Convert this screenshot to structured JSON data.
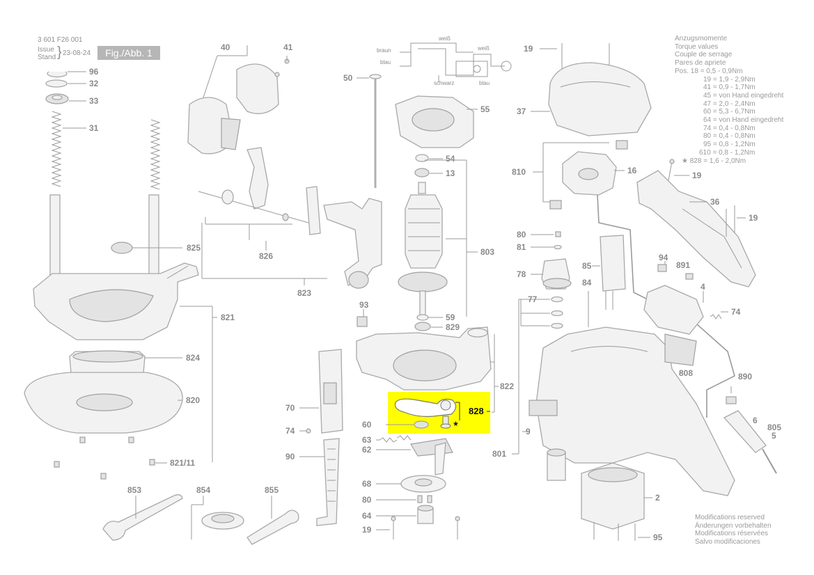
{
  "header": {
    "doc_number": "3 601 F26 001",
    "issue_label": "Issue",
    "stand_label": "Stand",
    "issue_date": "23-08-24",
    "figure_label": "Fig./Abb. 1"
  },
  "torque_values": {
    "lines": [
      "Anzugsmomente",
      "Torque values",
      "Couple de serrage",
      "Pares de apriete",
      "Pos. 18 = 0,5 - 0,9Nm",
      "19 = 1,9 - 2,9Nm",
      "41 = 0,9 - 1,7Nm",
      "45 = von Hand eingedreht",
      "47 = 2,0 - 2,4Nm",
      "60 = 5,3 - 6,7Nm",
      "64 = von Hand eingedreht",
      "74 = 0,4 - 0,8Nm",
      "80 = 0,4 - 0,8Nm",
      "95 = 0,8 - 1,2Nm",
      "610 = 0,8 - 1,2Nm",
      "★ 828 = 1,6 - 2,0Nm"
    ]
  },
  "modifications": {
    "lines": [
      "Modifications reserved",
      "Änderungen vorbehalten",
      "Modifications réservées",
      "Salvo modificaciones"
    ]
  },
  "wiring": {
    "labels": [
      "braun",
      "weiß",
      "weiß",
      "blau",
      "schwarz",
      "blau"
    ]
  },
  "highlight": {
    "part_number": "828",
    "marker": "★",
    "color": "#ffff00"
  },
  "part_numbers": {
    "p96": "96",
    "p32": "32",
    "p33": "33",
    "p31": "31",
    "p40": "40",
    "p41": "41",
    "p50": "50",
    "p55": "55",
    "p54": "54",
    "p13": "13",
    "p803": "803",
    "p59": "59",
    "p829": "829",
    "p93": "93",
    "p822": "822",
    "p825": "825",
    "p826": "826",
    "p823": "823",
    "p821": "821",
    "p824": "824",
    "p820": "820",
    "p821_11": "821/11",
    "p70": "70",
    "p74a": "74",
    "p90": "90",
    "p60": "60",
    "p63": "63",
    "p62": "62",
    "p68": "68",
    "p80a": "80",
    "p64": "64",
    "p19a": "19",
    "p853": "853",
    "p854": "854",
    "p855": "855",
    "p19b": "19",
    "p37": "37",
    "p810": "810",
    "p16": "16",
    "p19c": "19",
    "p36": "36",
    "p19d": "19",
    "p80b": "80",
    "p81": "81",
    "p78": "78",
    "p85": "85",
    "p84": "84",
    "p94": "94",
    "p891": "891",
    "p4": "4",
    "p74b": "74",
    "p77": "77",
    "p808": "808",
    "p890": "890",
    "p9": "9",
    "p801": "801",
    "p6": "6",
    "p805": "805",
    "p5": "5",
    "p2": "2",
    "p95": "95"
  }
}
